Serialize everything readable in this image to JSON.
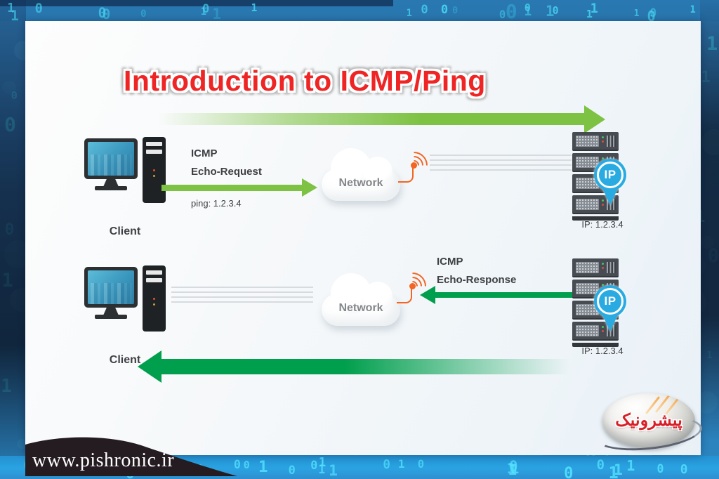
{
  "title": "Introduction to ICMP/Ping",
  "request_flow": {
    "client_label": "Client",
    "protocol_label": "ICMP\nEcho-Request",
    "ping_text": "ping: 1.2.3.4",
    "network_label": "Network",
    "pin_label": "IP",
    "server_ip_label": "IP: 1.2.3.4"
  },
  "response_flow": {
    "client_label": "Client",
    "protocol_label": "ICMP\nEcho-Response",
    "network_label": "Network",
    "pin_label": "IP",
    "server_ip_label": "IP: 1.2.3.4"
  },
  "footer": {
    "url_text": "www.pishronic.ir",
    "logo_text": "پیشرونیک"
  },
  "colors": {
    "request_green": "#7dc242",
    "response_green": "#009f4d",
    "title_red": "#ee2524",
    "pin_blue": "#29abe2",
    "antenna_orange": "#f26522"
  },
  "background": {
    "binary_chars": "0101101001"
  }
}
